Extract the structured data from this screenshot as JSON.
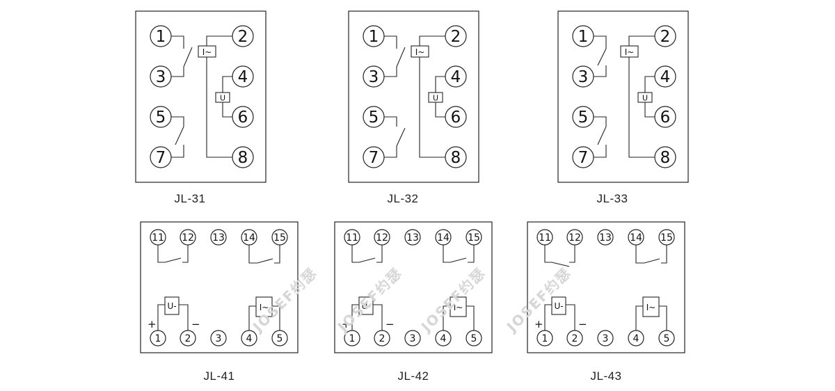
{
  "diagrams": [
    {
      "model": "JL-31",
      "terminals": [
        "1",
        "2",
        "3",
        "4",
        "5",
        "6",
        "7",
        "8"
      ],
      "coil_current": "I~",
      "coil_voltage": "U"
    },
    {
      "model": "JL-32",
      "terminals": [
        "1",
        "2",
        "3",
        "4",
        "5",
        "6",
        "7",
        "8"
      ],
      "coil_current": "I~",
      "coil_voltage": "U"
    },
    {
      "model": "JL-33",
      "terminals": [
        "1",
        "2",
        "3",
        "4",
        "5",
        "6",
        "7",
        "8"
      ],
      "coil_current": "I~",
      "coil_voltage": "U"
    },
    {
      "model": "JL-41",
      "terminals": [
        "11",
        "12",
        "13",
        "14",
        "15",
        "1",
        "2",
        "3",
        "4",
        "5"
      ],
      "coil_voltage": "U-",
      "coil_current": "I~",
      "plus": "+",
      "minus": "−"
    },
    {
      "model": "JL-42",
      "terminals": [
        "11",
        "12",
        "13",
        "14",
        "15",
        "1",
        "2",
        "3",
        "4",
        "5"
      ],
      "coil_voltage": "U-",
      "coil_current": "I~",
      "plus": "+",
      "minus": "−"
    },
    {
      "model": "JL-43",
      "terminals": [
        "11",
        "12",
        "13",
        "14",
        "15",
        "1",
        "2",
        "3",
        "4",
        "5"
      ],
      "coil_voltage": "U-",
      "coil_current": "I~",
      "plus": "+",
      "minus": "−"
    }
  ],
  "watermark": "JOSEF约瑟"
}
